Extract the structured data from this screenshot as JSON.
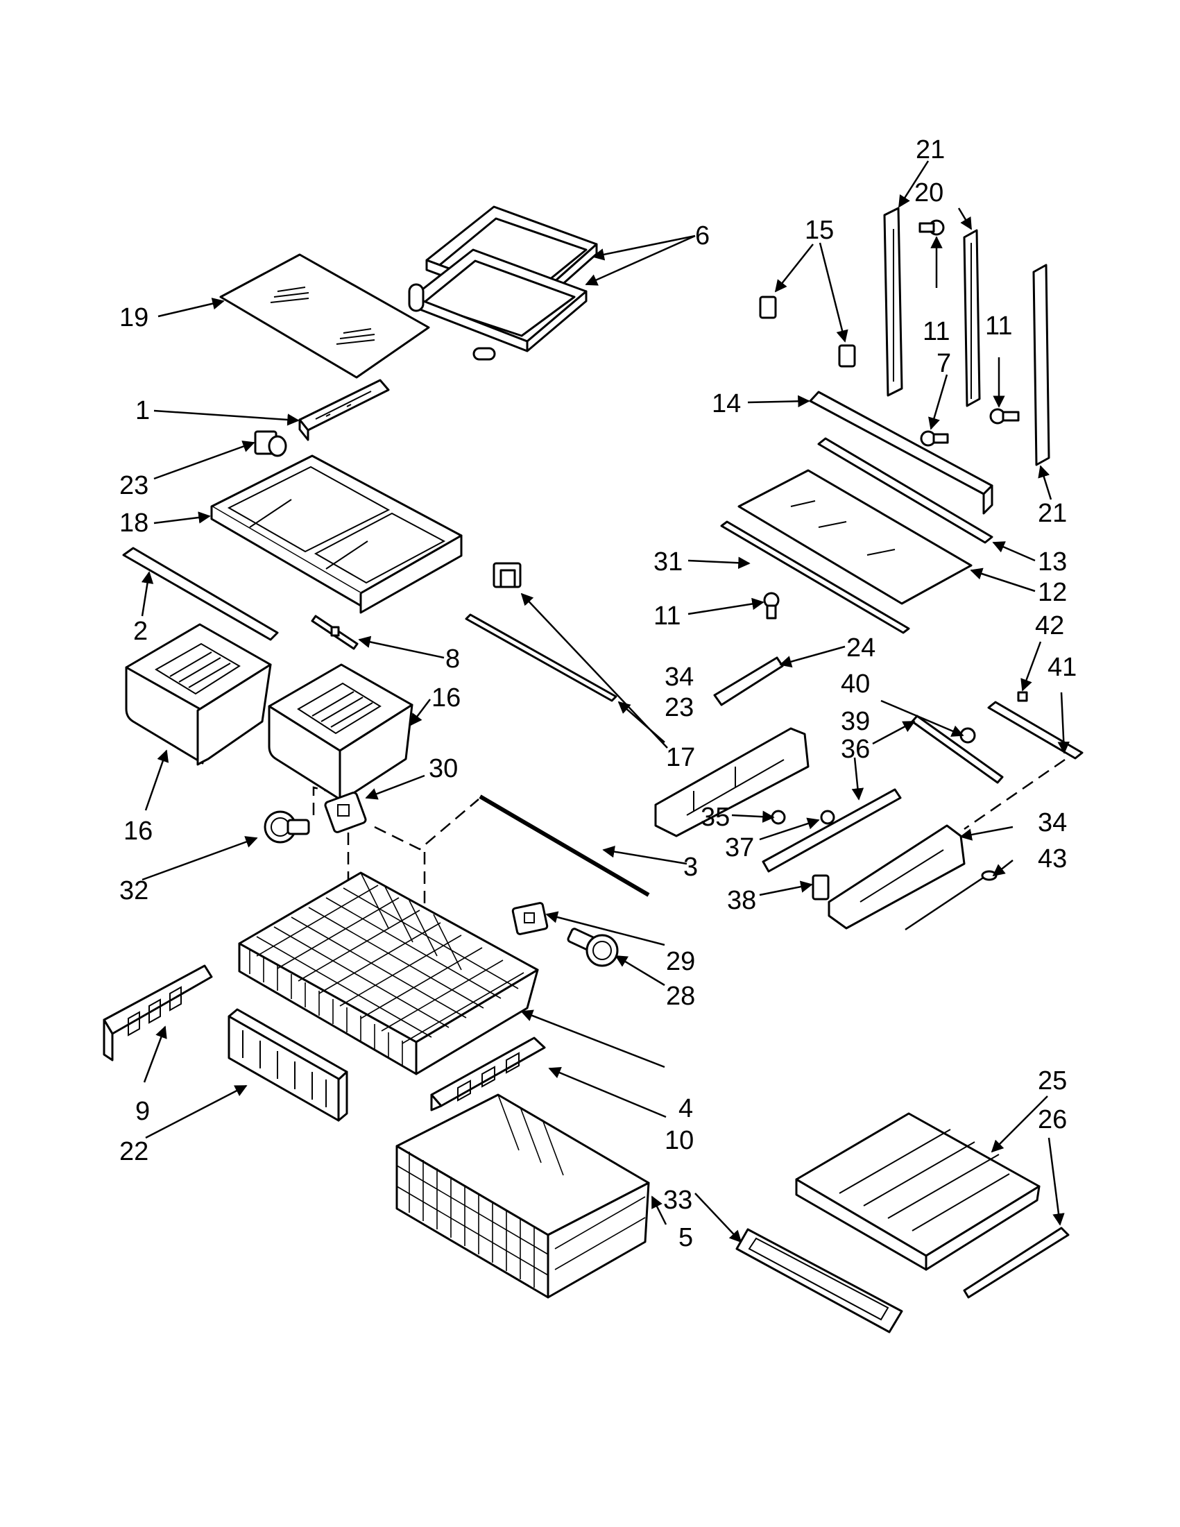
{
  "diagram": {
    "callouts": {
      "c1": "1",
      "c2": "2",
      "c3": "3",
      "c4": "4",
      "c5": "5",
      "c6": "6",
      "c7": "7",
      "c8": "8",
      "c9": "9",
      "c10": "10",
      "c11a": "11",
      "c11b": "11",
      "c11c": "11",
      "c12": "12",
      "c13": "13",
      "c14": "14",
      "c15": "15",
      "c16a": "16",
      "c16b": "16",
      "c17": "17",
      "c18": "18",
      "c19": "19",
      "c20": "20",
      "c21a": "21",
      "c21b": "21",
      "c22": "22",
      "c23a": "23",
      "c23b": "23",
      "c24": "24",
      "c25": "25",
      "c26": "26",
      "c28": "28",
      "c29": "29",
      "c30": "30",
      "c31": "31",
      "c32": "32",
      "c33": "33",
      "c34a": "34",
      "c34b": "34",
      "c35": "35",
      "c36": "36",
      "c37": "37",
      "c38": "38",
      "c39": "39",
      "c40": "40",
      "c41": "41",
      "c42": "42",
      "c43": "43"
    }
  }
}
